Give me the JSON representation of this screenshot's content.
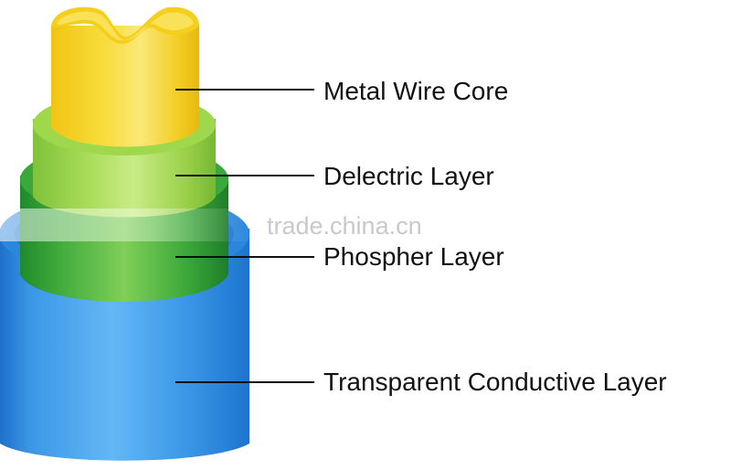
{
  "labels": {
    "core": "Metal Wire Core",
    "dielectric": "Delectric Layer",
    "phosphor": "Phospher Layer",
    "conductive": "Transparent Conductive Layer"
  },
  "watermark": "trade.china.cn",
  "colors": {
    "core": "#f4d224",
    "dielectric": "#a6d84a",
    "phosphor": "#3aa63b",
    "conductive": "#2f8ee0",
    "leader_line": "#111111"
  }
}
